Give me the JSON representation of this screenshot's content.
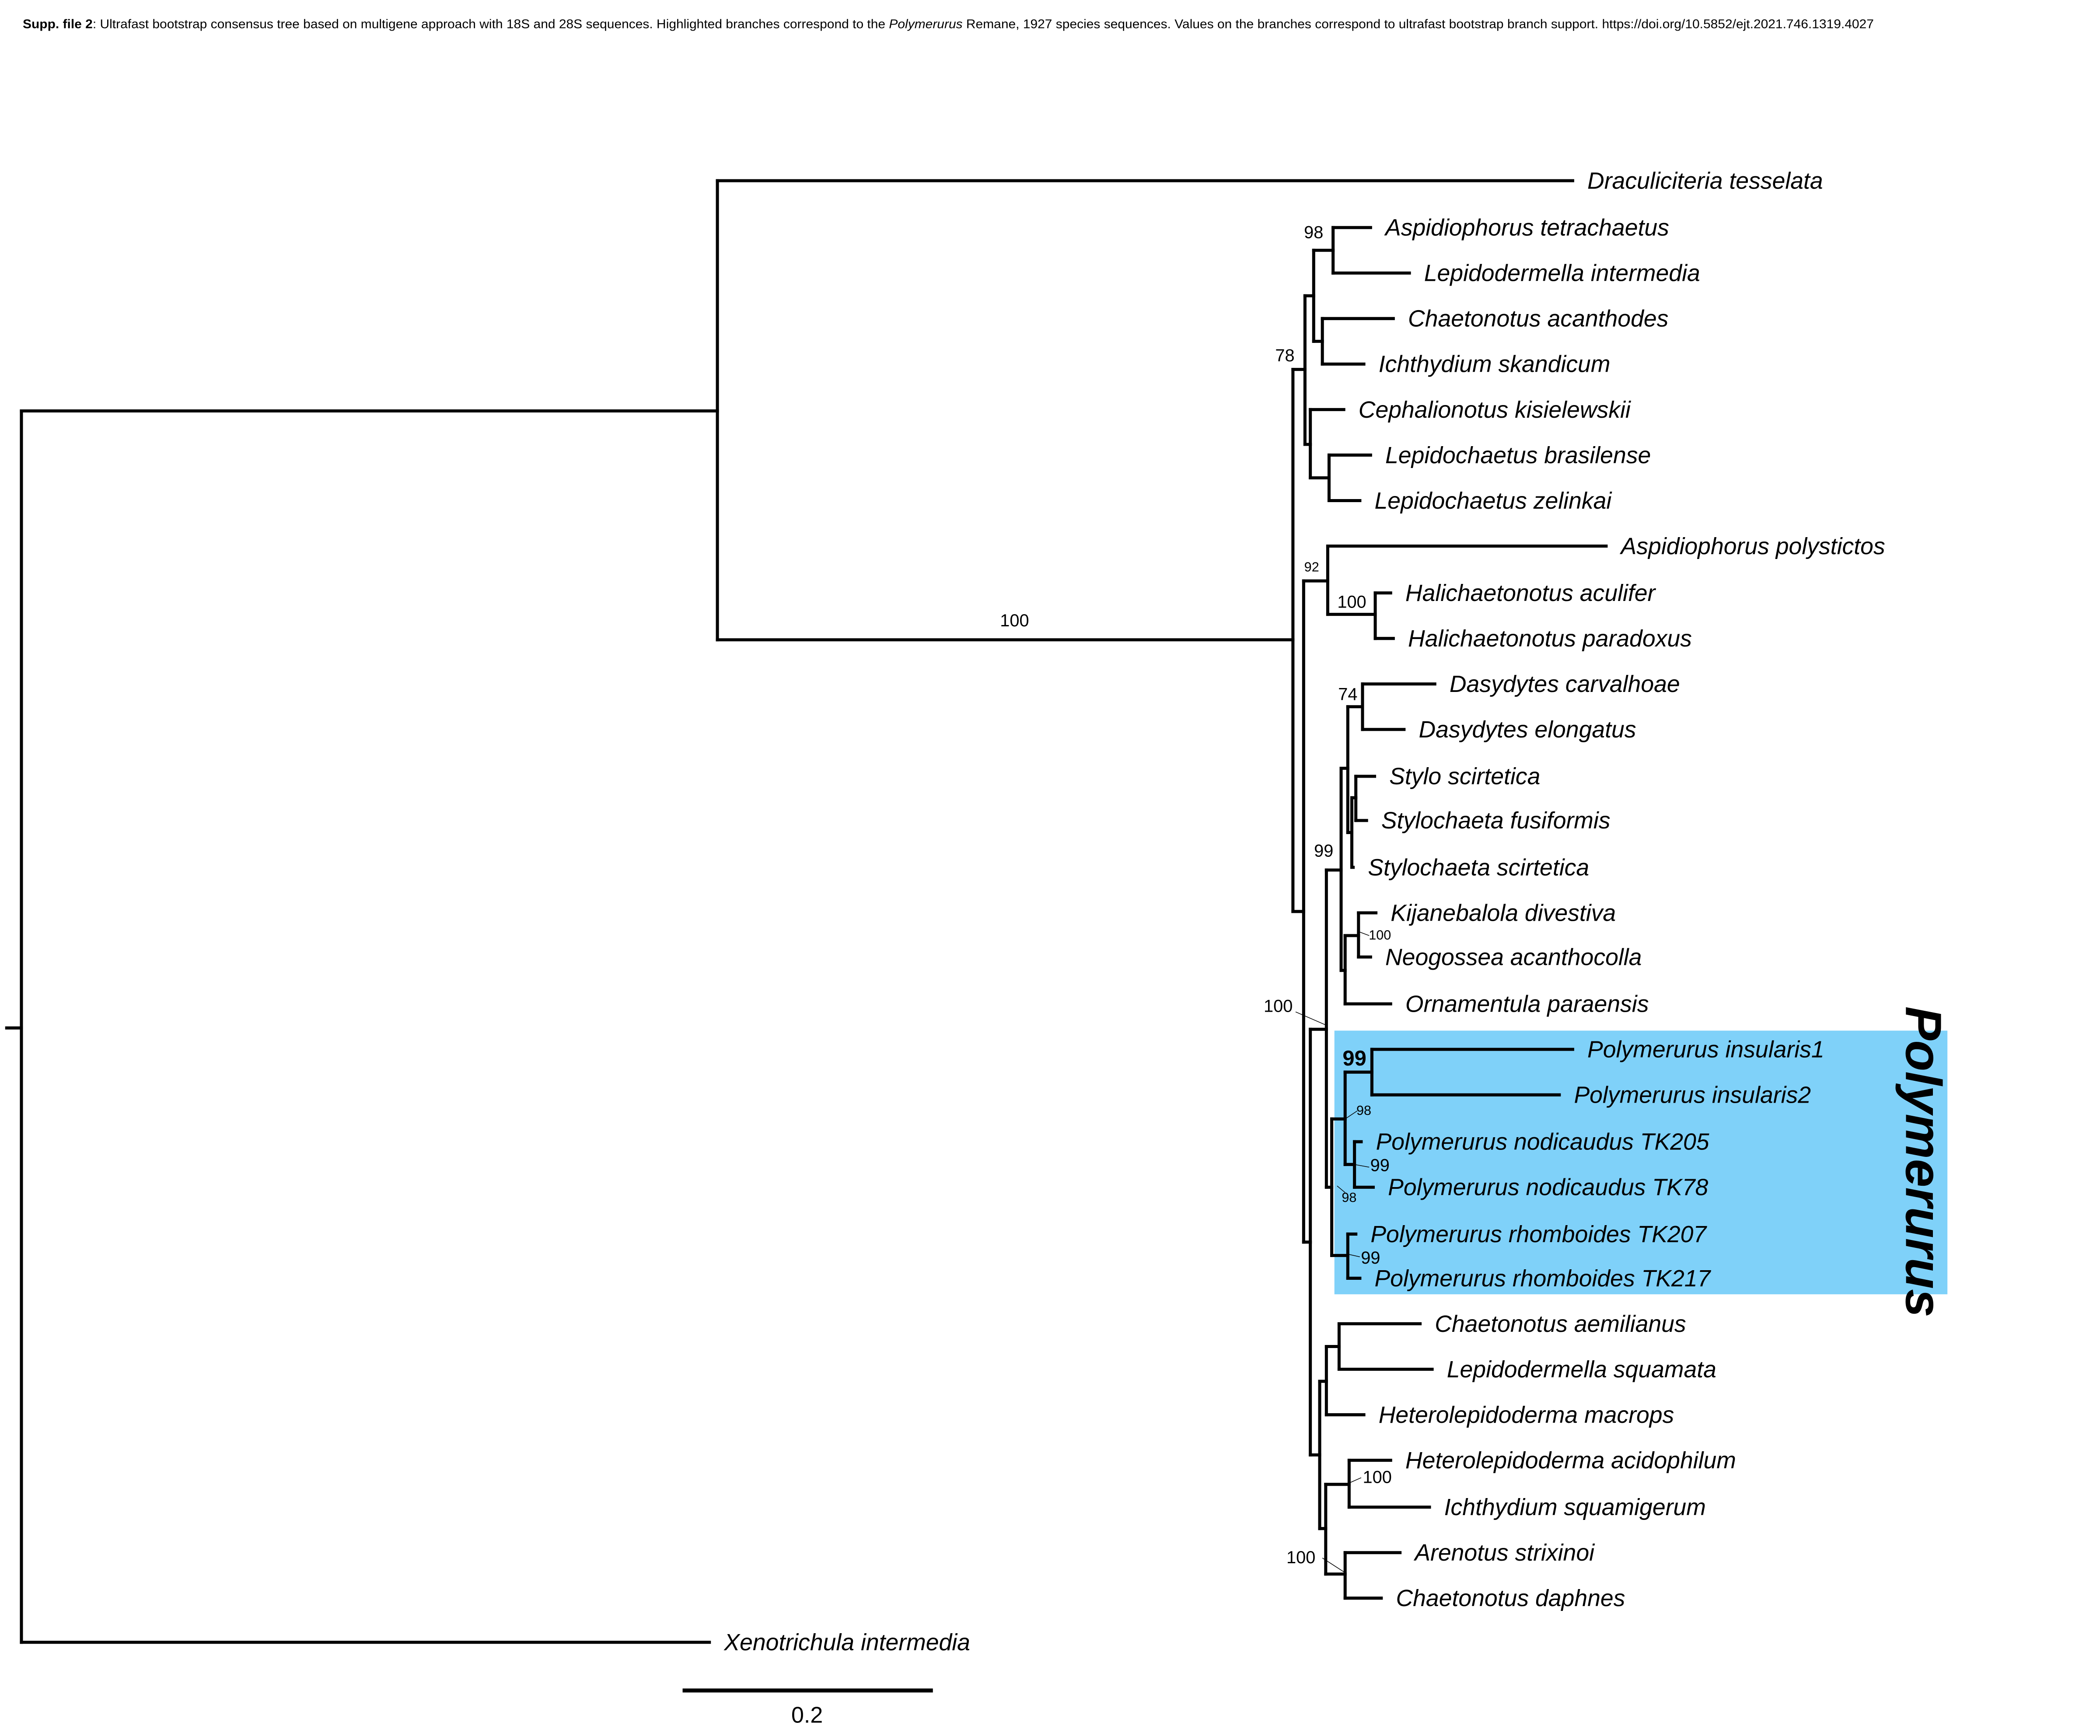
{
  "caption": {
    "label": "Supp. file 2",
    "text1": ": Ultrafast bootstrap consensus tree based on multigene approach with 18S and 28S sequences. Highlighted branches correspond to the ",
    "genus": "Polymerurus",
    "text2": " Remane, 1927 species sequences. Values on the branches correspond to ultrafast bootstrap branch support. https://doi.org/10.5852/ejt.2021.746.1319.4027"
  },
  "taxa": [
    "Draculiciteria tesselata",
    "Aspidiophorus tetrachaetus",
    "Lepidodermella intermedia",
    "Chaetonotus acanthodes",
    "Ichthydium skandicum",
    "Cephalionotus kisielewskii",
    "Lepidochaetus brasilense",
    "Lepidochaetus zelinkai",
    "Aspidiophorus polystictos",
    "Halichaetonotus aculifer",
    "Halichaetonotus paradoxus",
    "Dasydytes carvalhoae",
    "Dasydytes elongatus",
    "Stylo scirtetica",
    "Stylochaeta fusiformis",
    "Stylochaeta scirtetica",
    "Kijanebalola divestiva",
    "Neogossea acanthocolla",
    "Ornamentula paraensis",
    "Polymerurus insularis1",
    "Polymerurus insularis2",
    "Polymerurus nodicaudus TK205",
    "Polymerurus nodicaudus TK78",
    "Polymerurus rhomboides TK207",
    "Polymerurus rhomboides TK217",
    "Chaetonotus aemilianus",
    "Lepidodermella squamata",
    "Heterolepidoderma macrops",
    "Heterolepidoderma acidophilum",
    "Ichthydium squamigerum",
    "Arenotus strixinoi",
    "Chaetonotus daphnes",
    "Xenotrichula intermedia"
  ],
  "support": [
    "100",
    "98",
    "78",
    "92",
    "100",
    "74",
    "99",
    "100",
    "100",
    "99",
    "98",
    "99",
    "98",
    "99",
    "100",
    "100"
  ],
  "highlight": {
    "label": "Polymerurus",
    "color": "#7fd1f9"
  },
  "scale_bar": {
    "label": "0.2"
  }
}
